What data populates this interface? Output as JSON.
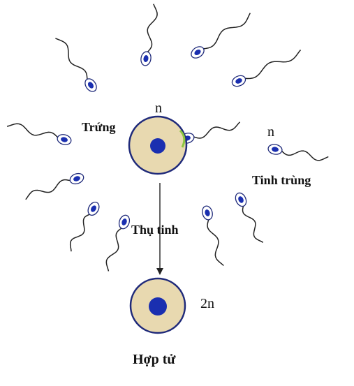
{
  "labels": {
    "egg": "Trứng",
    "egg_ploidy": "n",
    "sperm": "Tinh trùng",
    "sperm_ploidy": "n",
    "fertilization": "Thụ tinh",
    "zygote_ploidy": "2n",
    "zygote": "Hợp tử"
  },
  "colors": {
    "cell_fill": "#e8d9b0",
    "cell_border": "#1f2a7a",
    "nucleus": "#1a2fb0",
    "sperm_head_border": "#1f2a7a",
    "tail": "#222222",
    "entry_mark": "#8cc63f",
    "arrow": "#222222"
  }
}
